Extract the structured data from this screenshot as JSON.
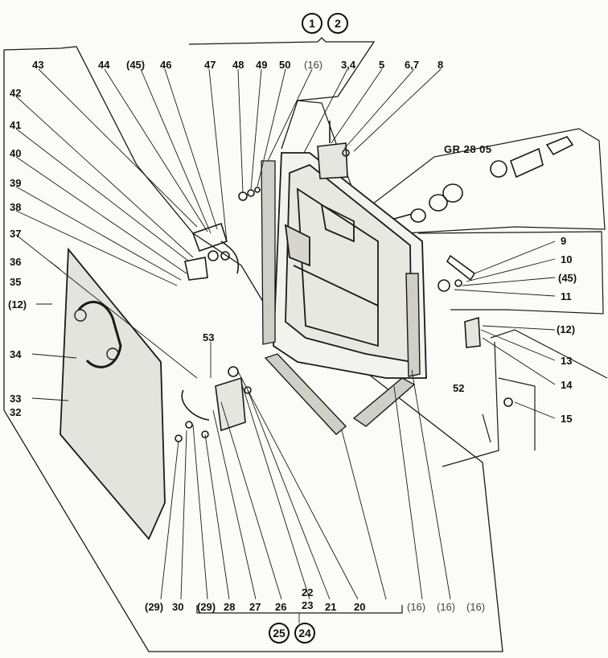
{
  "group_refs": {
    "top": [
      "1",
      "2"
    ],
    "bottom": [
      "25",
      "24"
    ]
  },
  "cross_ref": "GR 28 05",
  "labels": {
    "l43": "43",
    "l44": "44",
    "l45a": "(45)",
    "l46": "46",
    "l47": "47",
    "l48": "48",
    "l49": "49",
    "l50": "50",
    "l16a": "(16)",
    "l34b": "3,4",
    "l5": "5",
    "l67": "6,7",
    "l8": "8",
    "l42": "42",
    "l41": "41",
    "l40": "40",
    "l39": "39",
    "l38": "38",
    "l37": "37",
    "l36": "36",
    "l35": "35",
    "l12a": "(12)",
    "l34": "34",
    "l33": "33",
    "l32": "32",
    "l9": "9",
    "l10": "10",
    "l45b": "(45)",
    "l11": "11",
    "l12b": "(12)",
    "l13": "13",
    "l52": "52",
    "l14": "14",
    "l15": "15",
    "l53": "53",
    "l29a": "(29)",
    "l30": "30",
    "l29b": "(29)",
    "l28": "28",
    "l27": "27",
    "l26": "26",
    "l22": "22",
    "l23": "23",
    "l21": "21",
    "l20": "20",
    "l16b": "(16)",
    "l16c": "(16)",
    "l16d": "(16)"
  }
}
